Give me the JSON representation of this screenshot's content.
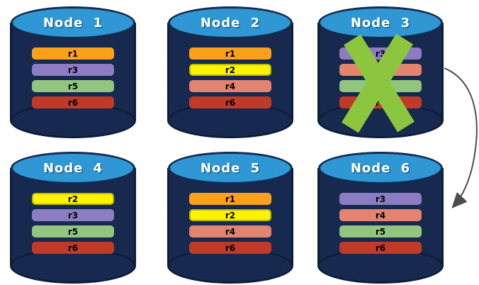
{
  "colors": {
    "cap": "#2F97D4",
    "cap_border": "#122B52",
    "body": "#17294E",
    "body_border": "#0C1D3C",
    "title_text": "#FFFFFF",
    "bar_text": "#000000",
    "failure_x": "#8CC63F",
    "arrow": "#4D4D4D"
  },
  "nodes": [
    {
      "title": "Node 1",
      "failed": false,
      "replicas": [
        {
          "label": "r1",
          "color": "#F9A11B"
        },
        {
          "label": "r3",
          "color": "#8D7CC4"
        },
        {
          "label": "r5",
          "color": "#92C57E"
        },
        {
          "label": "r6",
          "color": "#C03A28"
        }
      ]
    },
    {
      "title": "Node 2",
      "failed": false,
      "replicas": [
        {
          "label": "r1",
          "color": "#F9A11B"
        },
        {
          "label": "r2",
          "color": "#FDF300",
          "border": "#B9BB00"
        },
        {
          "label": "r4",
          "color": "#E2846F"
        },
        {
          "label": "r6",
          "color": "#C03A28"
        }
      ]
    },
    {
      "title": "Node 3",
      "failed": true,
      "replicas": [
        {
          "label": "r3",
          "color": "#8D7CC4"
        },
        {
          "label": "r4",
          "color": "#E2846F"
        },
        {
          "label": "r5",
          "color": "#92C57E"
        },
        {
          "label": "r6",
          "color": "#C03A28"
        }
      ]
    },
    {
      "title": "Node 4",
      "failed": false,
      "replicas": [
        {
          "label": "r2",
          "color": "#FDF300",
          "border": "#B9BB00"
        },
        {
          "label": "r3",
          "color": "#8D7CC4"
        },
        {
          "label": "r5",
          "color": "#92C57E"
        },
        {
          "label": "r6",
          "color": "#C03A28"
        }
      ]
    },
    {
      "title": "Node 5",
      "failed": false,
      "replicas": [
        {
          "label": "r1",
          "color": "#F9A11B"
        },
        {
          "label": "r2",
          "color": "#FDF300",
          "border": "#B9BB00"
        },
        {
          "label": "r4",
          "color": "#E2846F"
        },
        {
          "label": "r6",
          "color": "#C03A28"
        }
      ]
    },
    {
      "title": "Node 6",
      "failed": false,
      "replicas": [
        {
          "label": "r3",
          "color": "#8D7CC4"
        },
        {
          "label": "r4",
          "color": "#E2846F"
        },
        {
          "label": "r5",
          "color": "#92C57E"
        },
        {
          "label": "r6",
          "color": "#C03A28"
        }
      ]
    }
  ],
  "overlay": {
    "failed_node": "Node 3",
    "arrow_from": "Node 3",
    "arrow_to": "Node 6"
  }
}
